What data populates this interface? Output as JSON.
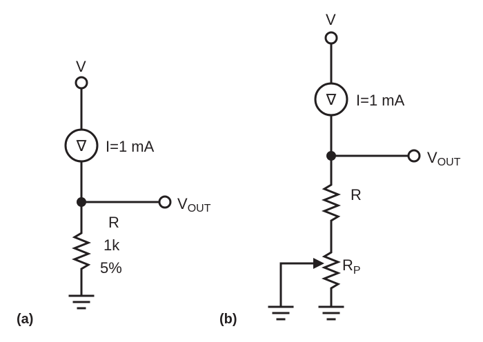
{
  "circuit_a": {
    "tag": "(a)",
    "supply_label": "V",
    "source_symbol": "∇",
    "current_label": "I=1 mA",
    "output_label": "V",
    "output_subscript": "OUT",
    "resistor_label": "R",
    "resistor_value": "1k",
    "resistor_tolerance": "5%"
  },
  "circuit_b": {
    "tag": "(b)",
    "supply_label": "V",
    "source_symbol": "∇",
    "current_label": "I=1 mA",
    "output_label": "V",
    "output_subscript": "OUT",
    "resistor_label": "R",
    "pot_label": "R",
    "pot_subscript": "P"
  }
}
